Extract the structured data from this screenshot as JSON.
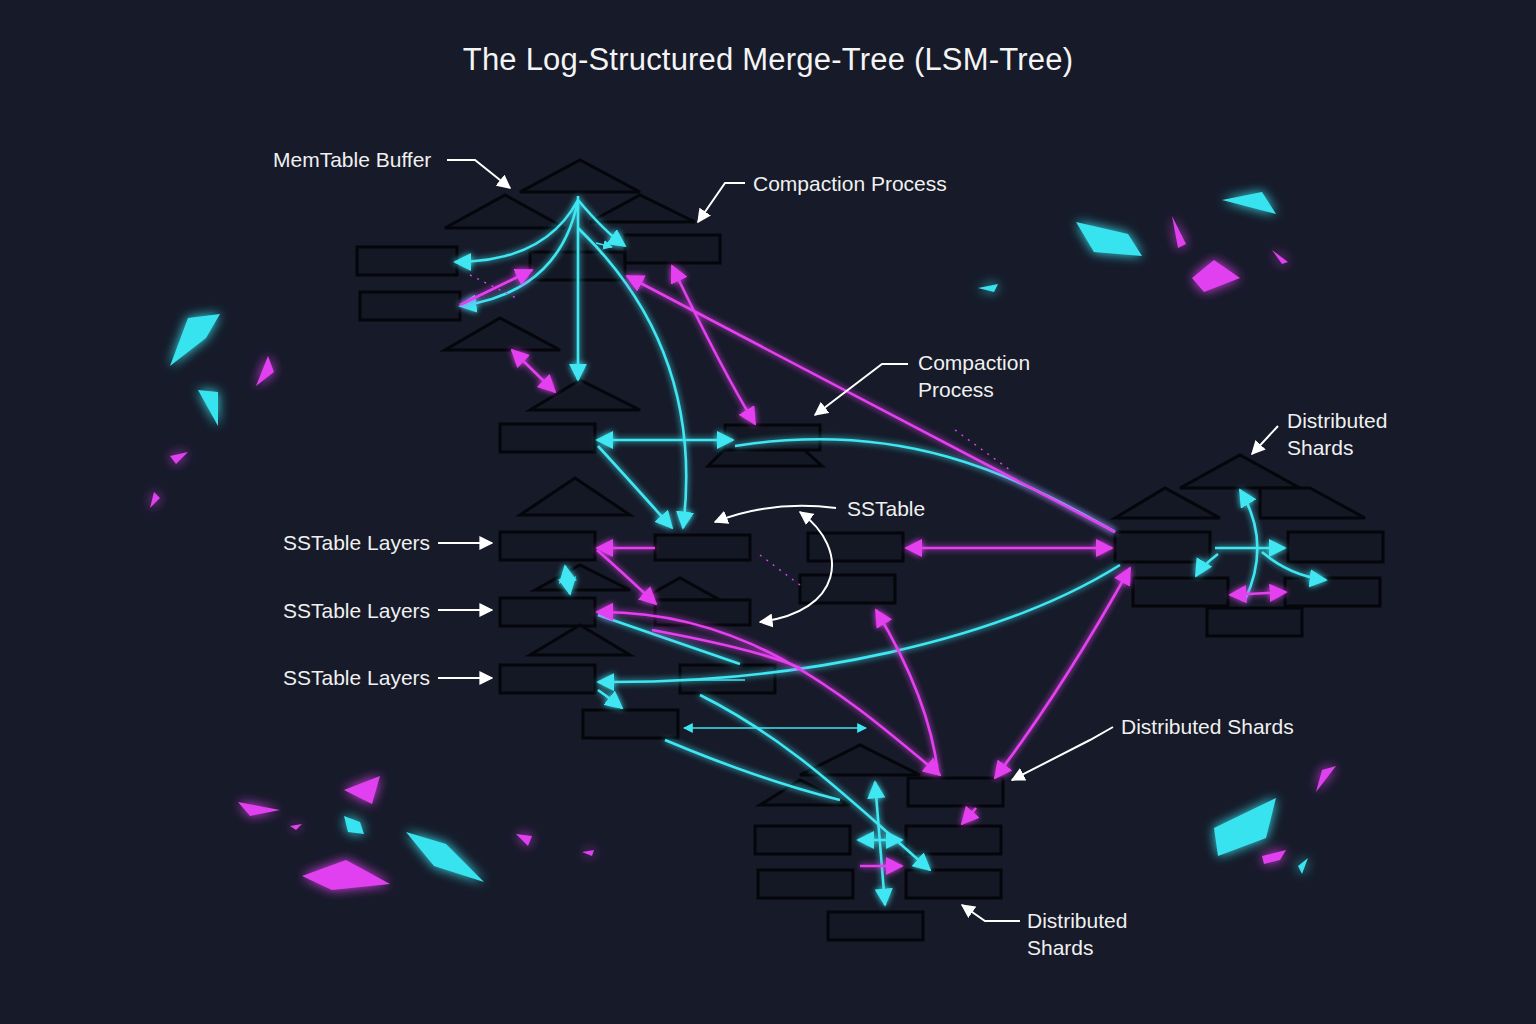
{
  "diagram": {
    "title": "The Log-Structured Merge-Tree (LSM-Tree)",
    "labels": [
      "MemTable Buffer",
      "Compaction Process",
      "Compaction Process",
      "Distributed Shards",
      "SSTable",
      "SSTable Layers",
      "SSTable Layers",
      "SSTable Layers",
      "Distributed Shards",
      "Distributed Shards"
    ]
  }
}
